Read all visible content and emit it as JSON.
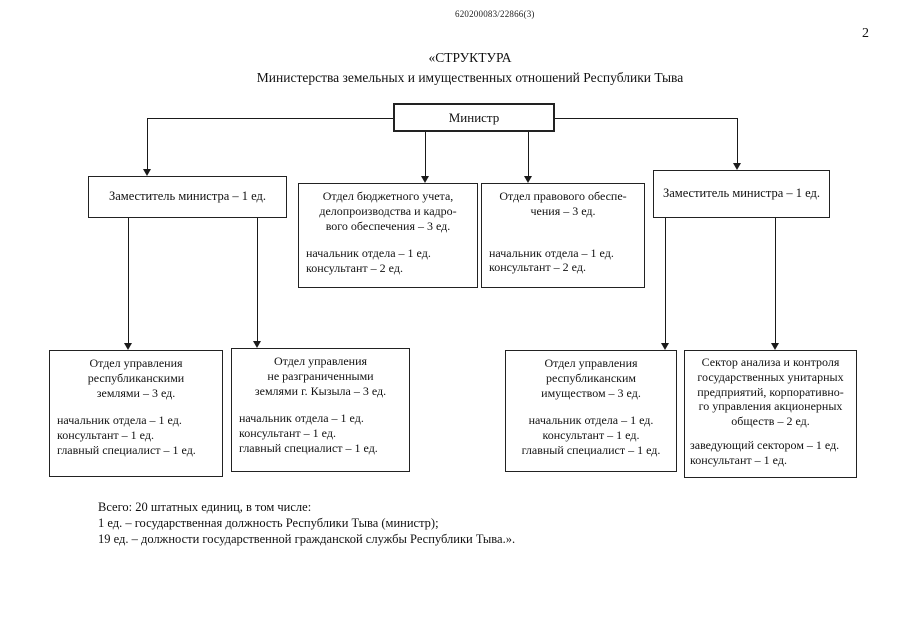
{
  "page": {
    "doc_number": "620200083/22866(3)",
    "page_number": "2"
  },
  "title": {
    "line1": "«СТРУКТУРА",
    "line2": "Министерства земельных и имущественных отношений Республики Тыва"
  },
  "org": {
    "minister": {
      "label": "Министр"
    },
    "deputy_left": {
      "label": "Заместитель министра – 1 ед."
    },
    "budget_dept": {
      "heading": [
        "Отдел бюджетного учета,",
        "делопроизводства и кадро-",
        "вого обеспечения – 3 ед."
      ],
      "staff": [
        "начальник отдела – 1 ед.",
        "консультант – 2 ед."
      ]
    },
    "legal_dept": {
      "heading": [
        "Отдел правового обеспе-",
        "чения – 3 ед."
      ],
      "staff": [
        "начальник отдела – 1 ед.",
        "консультант – 2 ед."
      ]
    },
    "deputy_right": {
      "label": "Заместитель министра – 1 ед."
    },
    "rep_lands_dept": {
      "heading": [
        "Отдел управления",
        "республиканскими",
        "землями – 3 ед."
      ],
      "staff": [
        "начальник отдела – 1 ед.",
        "консультант – 1 ед.",
        "главный специалист – 1 ед."
      ]
    },
    "kyzyl_lands_dept": {
      "heading": [
        "Отдел управления",
        "не разграниченными",
        "землями г. Кызыла – 3 ед."
      ],
      "staff": [
        "начальник отдела – 1 ед.",
        "консультант – 1 ед.",
        "главный специалист – 1 ед."
      ]
    },
    "rep_property_dept": {
      "heading": [
        "Отдел управления",
        "республиканским",
        "имуществом – 3 ед."
      ],
      "staff": [
        "начальник отдела – 1 ед.",
        "консультант – 1 ед.",
        "главный специалист – 1 ед."
      ]
    },
    "analysis_sector": {
      "heading": [
        "Сектор анализа и контроля",
        "государственных унитарных",
        "предприятий, корпоративно-",
        "го управления акционерных",
        "обществ – 2 ед."
      ],
      "staff": [
        "заведующий сектором – 1 ед.",
        "консультант – 1 ед."
      ]
    }
  },
  "footer": {
    "lines": [
      "Всего: 20 штатных единиц, в том числе:",
      "1 ед. – государственная должность Республики Тыва (министр);",
      "19 ед. – должности государственной гражданской службы Республики Тыва.»."
    ]
  }
}
